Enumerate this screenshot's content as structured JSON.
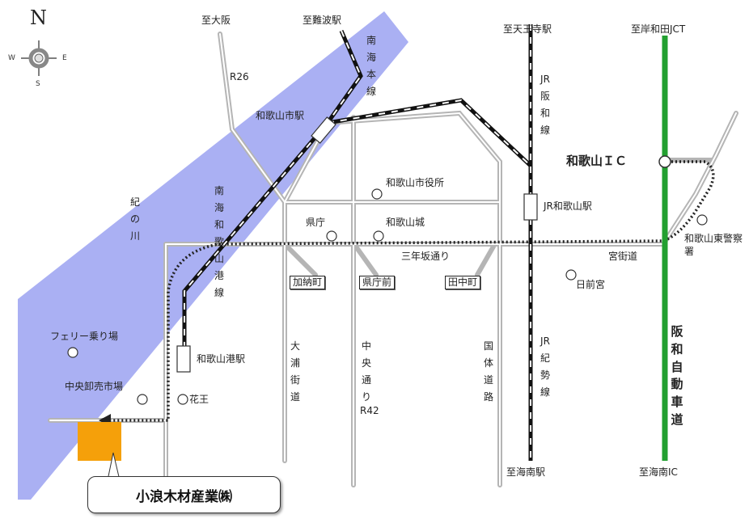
{
  "compass": {
    "north": "N",
    "west": "W",
    "east": "E",
    "south": "S"
  },
  "directions": {
    "osaka": "至大阪",
    "namba": "至難波駅",
    "tennoji": "至天王寺駅",
    "kishiwada": "至岸和田JCT",
    "kainan_station": "至海南駅",
    "kainan_ic": "至海南IC"
  },
  "routes": {
    "r26": "R26",
    "r42": "R42"
  },
  "rail_lines": {
    "nankai_main": "南海本線",
    "nankai_wakayamako": "南海和歌山港線",
    "jr_hanwa": "JR阪和線",
    "jr_kisei": "JR紀勢線"
  },
  "river": "紀の川",
  "expressway": "阪和自動車道",
  "stations": {
    "wakayamashi": "和歌山市駅",
    "jr_wakayama": "JR和歌山駅",
    "wakayamako": "和歌山港駅"
  },
  "streets": {
    "sannenzaka": "三年坂通り",
    "miyakaido": "宮街道",
    "oura": "大浦街道",
    "chuo": "中央通り",
    "kokutai": "国体道路"
  },
  "places": {
    "city_hall": "和歌山市役所",
    "prefectural_office": "県庁",
    "castle": "和歌山城",
    "hinokuma": "日前宮",
    "police": "和歌山東警察署",
    "ferry": "フェリー乗り場",
    "market": "中央卸売市場",
    "kao": "花王"
  },
  "interchange": "和歌山ＩＣ",
  "bus_stops": {
    "kano": "加納町",
    "kenchomae": "県庁前",
    "tanaka": "田中町"
  },
  "company": "小浪木材産業㈱",
  "colors": {
    "river": "#aab0f3",
    "expressway": "#22a030",
    "company_marker": "#f5a00a",
    "road": "#aaaaaa",
    "rail": "#111111"
  }
}
